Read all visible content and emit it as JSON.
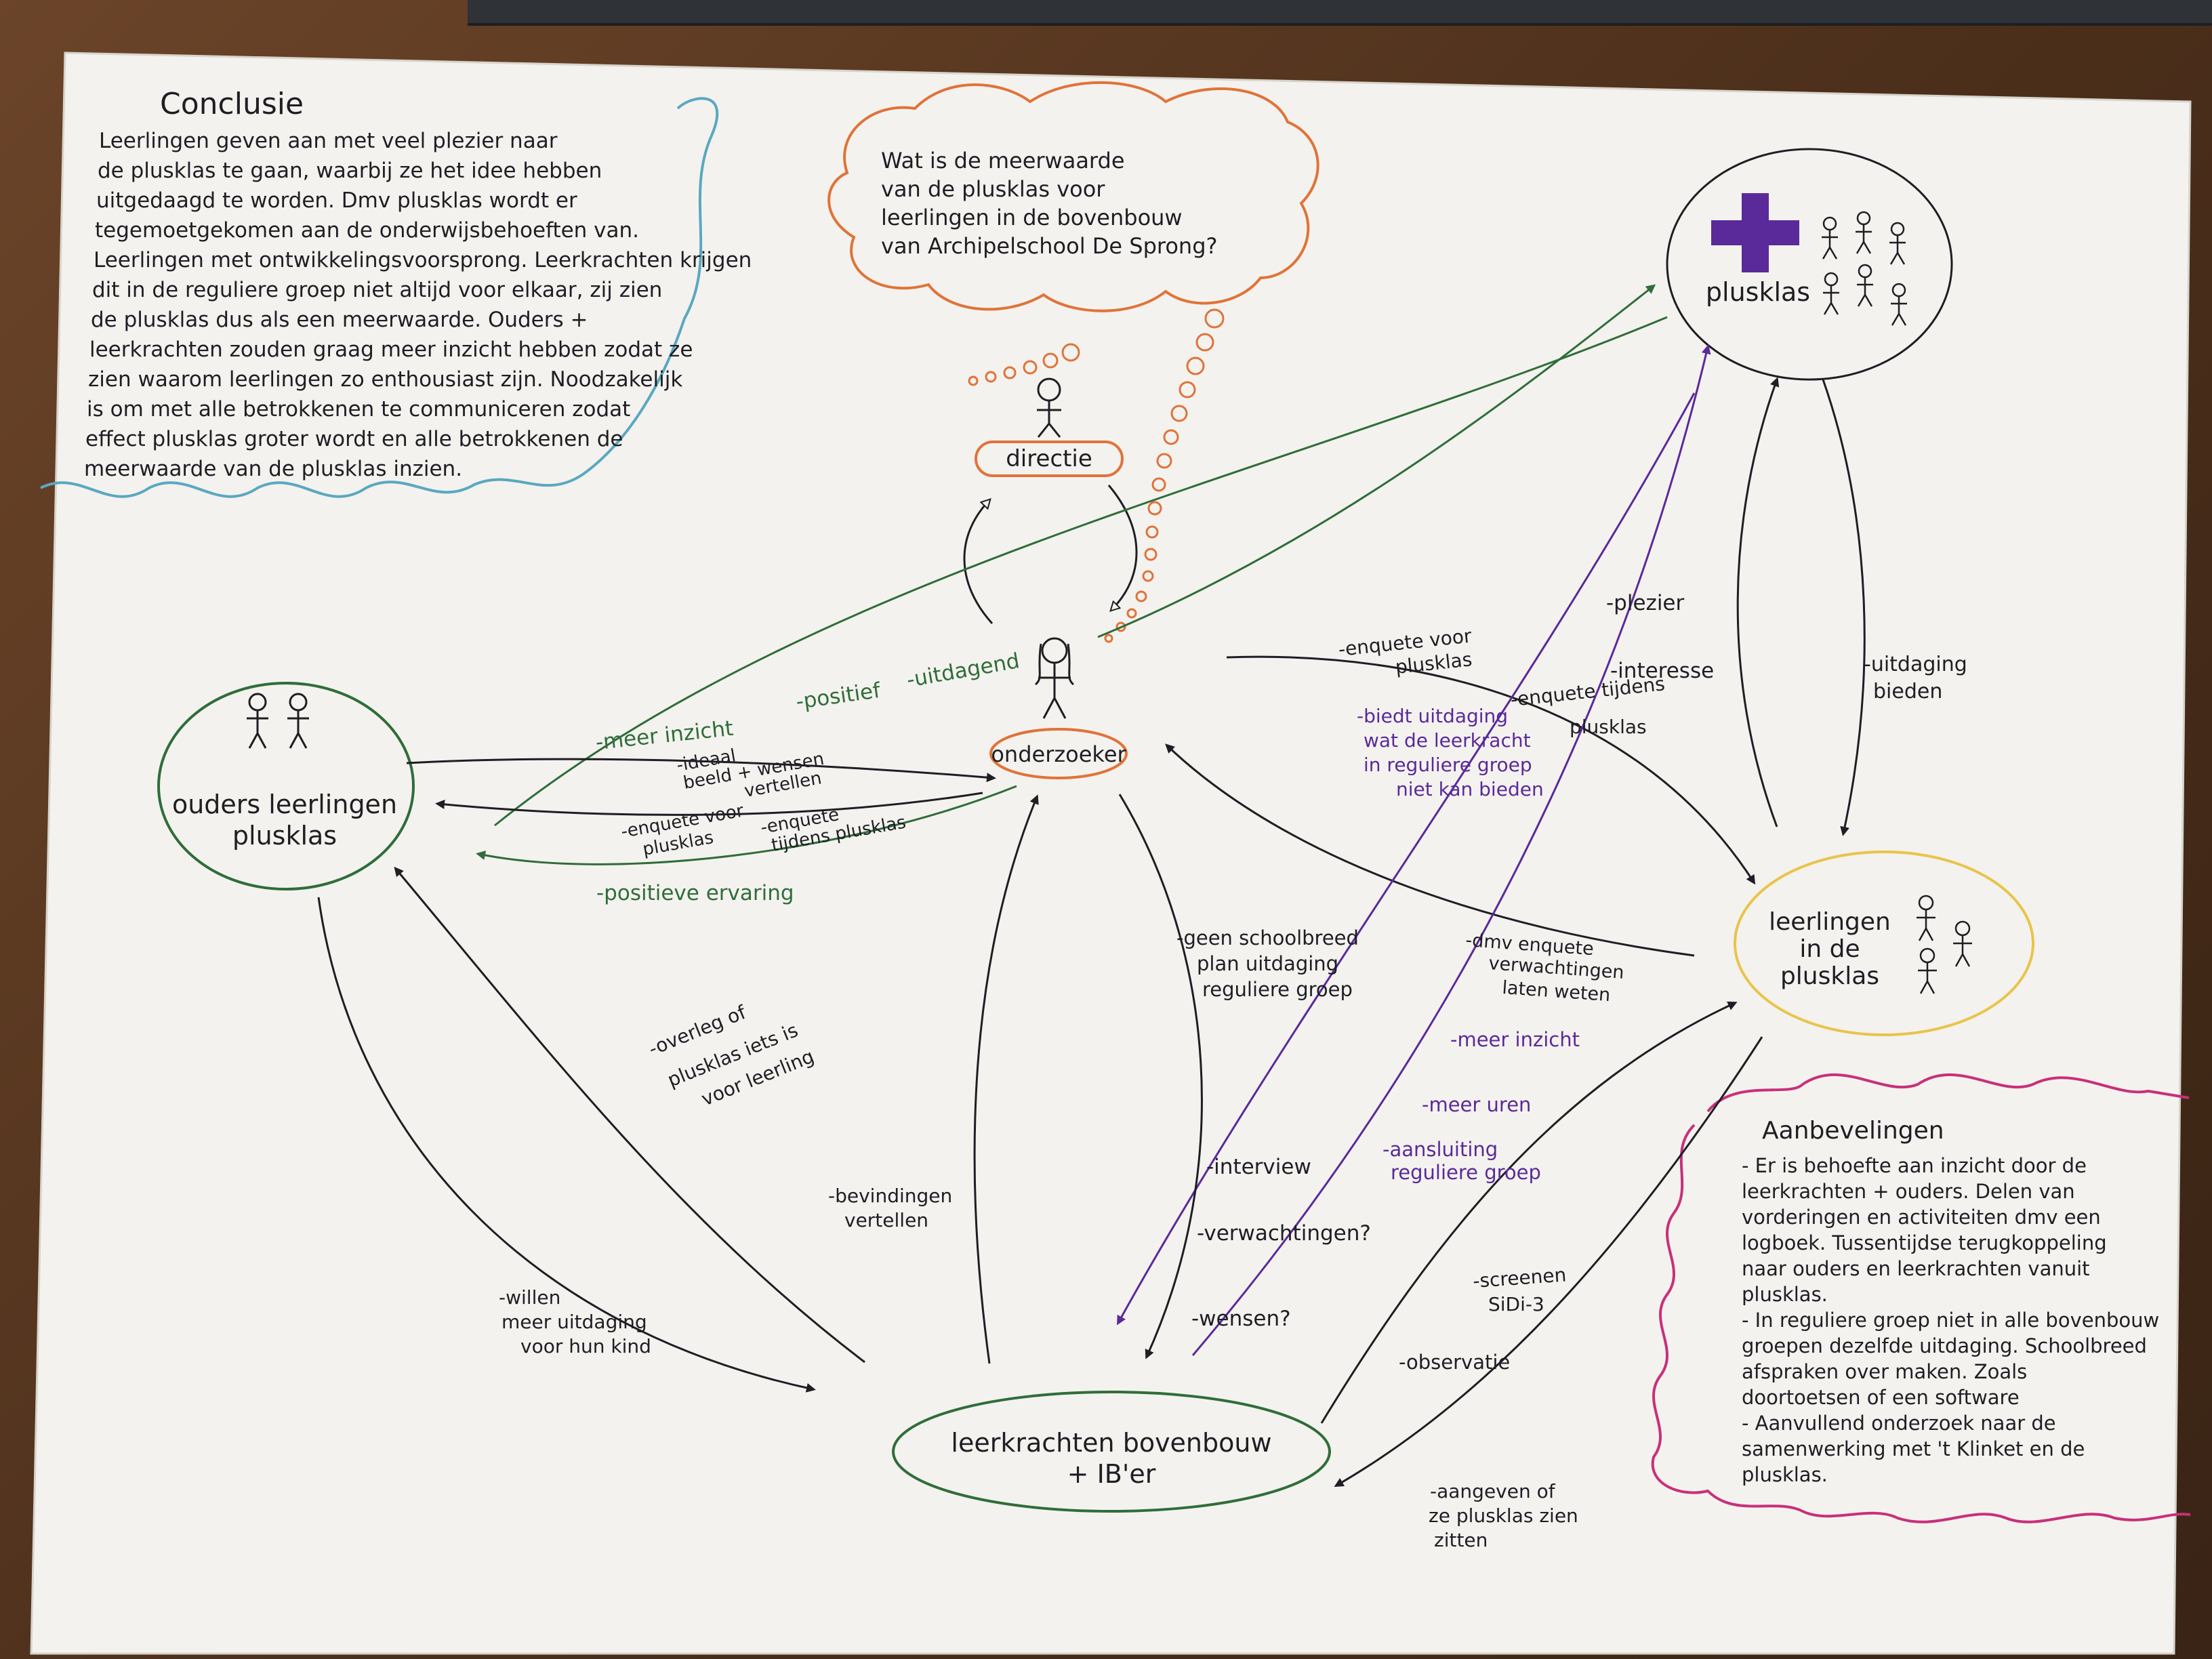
{
  "colors": {
    "black": "#1e1e24",
    "green": "#2f6d3a",
    "purple": "#5a2a9a",
    "orange": "#e0733a",
    "teal": "#5aa8c0",
    "magenta": "#c8307a",
    "yellow": "#e8c44a",
    "paper": "#f4f2ee"
  },
  "conclusion": {
    "title": "Conclusie",
    "lines": [
      "Leerlingen geven aan met veel plezier naar",
      "de plusklas te gaan, waarbij ze het idee hebben",
      "uitgedaagd te worden. Dmv plusklas wordt er",
      "tegemoetgekomen aan de onderwijsbehoeften van.",
      "Leerlingen met ontwikkelingsvoorsprong. Leerkrachten krijgen",
      "dit in de reguliere groep niet altijd voor elkaar, zij zien",
      "de plusklas dus als een meerwaarde. Ouders +",
      "leerkrachten zouden graag meer inzicht hebben zodat ze",
      "zien waarom leerlingen zo enthousiast zijn. Noodzakelijk",
      "is om met alle betrokkenen te communiceren zodat",
      "effect plusklas groter wordt en alle betrokkenen de",
      "meerwaarde van de plusklas inzien."
    ]
  },
  "question": {
    "lines": [
      "Wat is de meerwaarde",
      "van de plusklas voor",
      "leerlingen in de bovenbouw",
      "van Archipelschool De Sprong?"
    ]
  },
  "recommendations": {
    "title": "Aanbevelingen",
    "lines": [
      "- Er is behoefte aan inzicht door de",
      "  leerkrachten + ouders. Delen van",
      "  vorderingen en activiteiten dmv een",
      "  logboek. Tussentijdse terugkoppeling",
      "  naar ouders en leerkrachten vanuit",
      "  plusklas.",
      "- In reguliere groep niet in alle bovenbouw",
      "  groepen dezelfde uitdaging. Schoolbreed",
      "  afspraken over maken. Zoals",
      "  doortoetsen of een software",
      "- Aanvullend onderzoek naar de",
      "  samenwerking met 't Klinket en de",
      "  plusklas."
    ]
  },
  "nodes": {
    "directie": "directie",
    "onderzoeker": "onderzoeker",
    "plusklas": "plusklas",
    "ouders": [
      "ouders leerlingen",
      "plusklas"
    ],
    "leerlingen": [
      "leerlingen",
      "in de",
      "plusklas"
    ],
    "leerkrachten": [
      "leerkrachten bovenbouw",
      "+ IB'er"
    ]
  },
  "labels": {
    "meer_inzicht": "-meer inzicht",
    "positief": "-positief",
    "uitdagend": "-uitdagend",
    "ideaal_beeld": [
      "-ideaal",
      "beeld + wensen",
      "vertellen"
    ],
    "enquete_voor_plusklas_left": [
      "-enquete voor",
      "plusklas"
    ],
    "enquete_tijdens_left": [
      "-enquete",
      "tijdens plusklas"
    ],
    "positieve_ervaring": "-positieve ervaring",
    "enquete_voor_plusklas_right": [
      "-enquete voor",
      "plusklas"
    ],
    "enquete_tijdens_right": [
      "-enquete tijdens",
      "plusklas"
    ],
    "plezier": "-plezier",
    "interesse": "-interesse",
    "uitdaging_bieden": [
      "-uitdaging",
      "bieden"
    ],
    "biedt_uitdaging": [
      "-biedt uitdaging",
      "wat de leerkracht",
      "in reguliere groep",
      "niet kan bieden"
    ],
    "geen_schoolbreed": [
      "-geen schoolbreed",
      "plan uitdaging",
      "reguliere groep"
    ],
    "dmv_enquete": [
      "-dmv enquete",
      "verwachtingen",
      "laten weten"
    ],
    "meer_inzicht_purple": "-meer inzicht",
    "meer_uren": "-meer uren",
    "aansluiting": [
      "-aansluiting",
      "reguliere groep"
    ],
    "overleg": [
      "-overleg of",
      "plusklas iets is",
      "voor leerling"
    ],
    "interview": "-interview",
    "verwachtingen": "-verwachtingen?",
    "wensen": "-wensen?",
    "bevindingen": [
      "-bevindingen",
      "vertellen"
    ],
    "willen": [
      "-willen",
      "meer uitdaging",
      "voor hun kind"
    ],
    "screenen": [
      "-screenen",
      "SiDi-3"
    ],
    "observatie": "-observatie",
    "aangeven": [
      "-aangeven of",
      "ze plusklas zien",
      "zitten"
    ]
  }
}
